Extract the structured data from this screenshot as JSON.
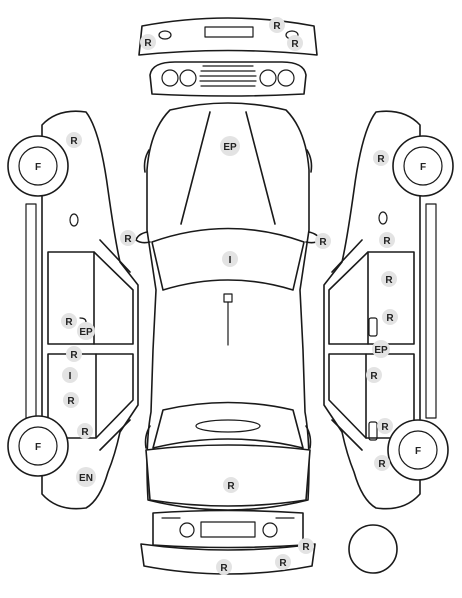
{
  "diagram": {
    "wheel_labels": {
      "front_left": "F",
      "rear_left": "F",
      "front_right": "F",
      "rear_right": "F"
    },
    "markers": {
      "front_bumper_left": "R",
      "front_bumper_top": "R",
      "front_bumper_right": "R",
      "hood": "EP",
      "mirror_left": "R",
      "mirror_right": "R",
      "roof": "I",
      "trunk": "R",
      "rear_bumper_right_top": "R",
      "rear_bumper_right_mid": "R",
      "rear_bumper_bottom": "R",
      "left_fender_front": "R",
      "left_door_front_a": "R",
      "left_door_front_b": "EP",
      "left_pillar": "R",
      "left_door_rear_a": "I",
      "left_door_rear_b": "R",
      "left_door_rear_c": "R",
      "left_quarter": "EN",
      "right_fender_front": "R",
      "right_fender_mirror": "R",
      "right_door_front_a": "R",
      "right_door_front_b": "R",
      "right_pillar": "EP",
      "right_door_rear": "R",
      "right_quarter_a": "R",
      "right_quarter_b": "R"
    }
  }
}
